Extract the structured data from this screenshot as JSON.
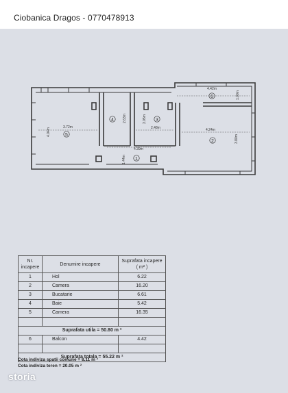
{
  "header": {
    "text": "Ciobanica Dragos - 0770478913"
  },
  "plan": {
    "rooms": [
      {
        "num": "5",
        "width_label": "3.72m",
        "height_label": "4.04m"
      },
      {
        "num": "4",
        "height_label": "2.63m"
      },
      {
        "num": "3",
        "width_label": "2.48m",
        "height_label": "3.05m"
      },
      {
        "num": "2",
        "width_label": "4.24m",
        "height_label": "3.80m"
      },
      {
        "num": "6",
        "width_label": "4.42m",
        "height_label": "1.00m"
      },
      {
        "num": "1",
        "width_label": "4.39m",
        "height_label": "1.44m"
      }
    ]
  },
  "table": {
    "headers": [
      "Nr. incapere",
      "Denumire incapere",
      "Suprafata incapere ( m² )"
    ],
    "rows": [
      {
        "nr": "1",
        "name": "Hol",
        "area": "6.22"
      },
      {
        "nr": "2",
        "name": "Camera",
        "area": "16.20"
      },
      {
        "nr": "3",
        "name": "Bucatarie",
        "area": "6.61"
      },
      {
        "nr": "4",
        "name": "Baie",
        "area": "5.42"
      },
      {
        "nr": "5",
        "name": "Camera",
        "area": "16.35"
      }
    ],
    "util": "Suprafata utila = 50.80 m ²",
    "balcony": {
      "nr": "6",
      "name": "Balcon",
      "area": "4.42"
    },
    "total": "Suprafata totala = 55.22 m ²"
  },
  "notes": {
    "common": "Cota indiviza spatii comune = 8.11 m ²",
    "land": "Cota indiviza  teren = 20.05 m ²"
  },
  "watermark": {
    "text": "storia"
  }
}
